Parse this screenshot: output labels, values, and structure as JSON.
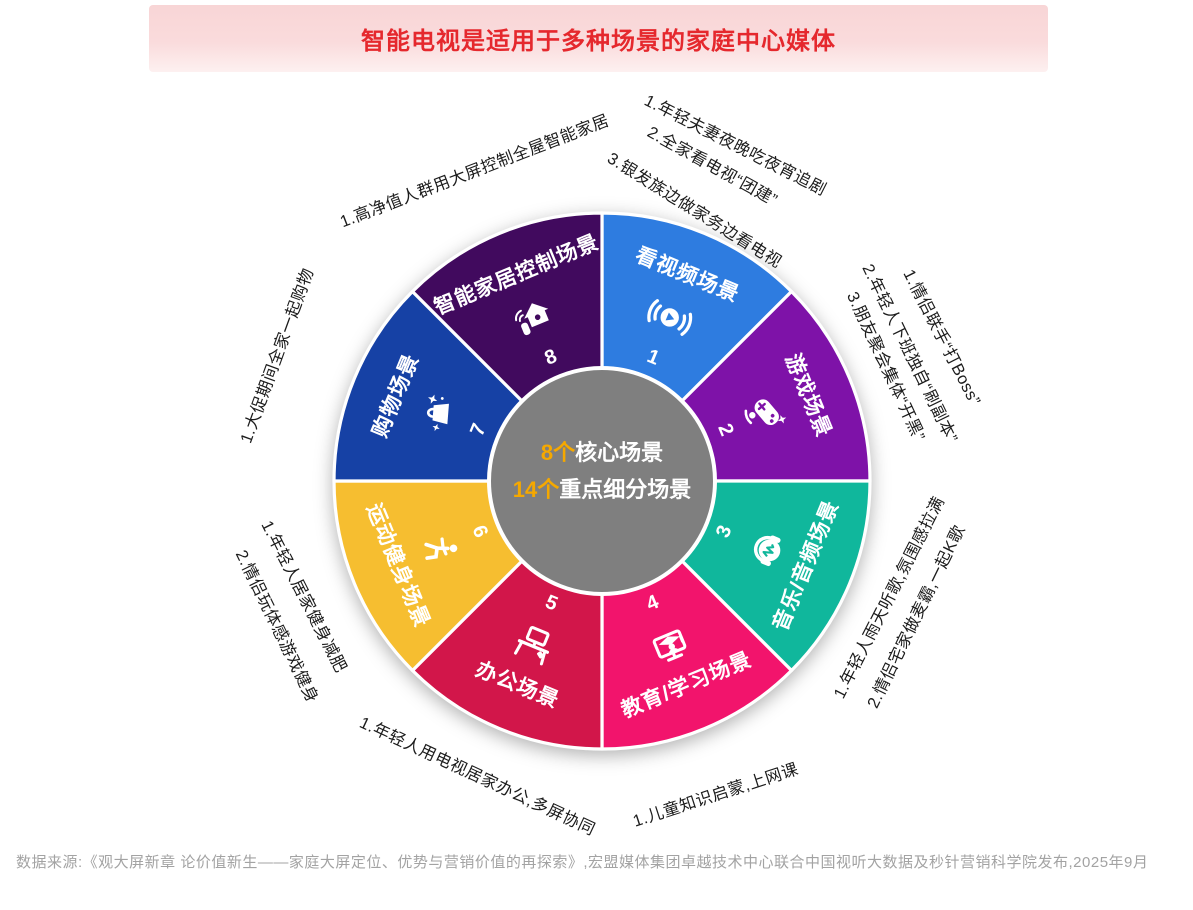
{
  "title_banner": {
    "text": "智能电视是适用于多种场景的家庭中心媒体",
    "text_color": "#e5282d",
    "bg_color": "#fadbdc"
  },
  "center": {
    "stat1": {
      "num": "8个",
      "label": "核心场景"
    },
    "stat2": {
      "num": "14个",
      "label": "重点细分场景"
    },
    "bg_color": "#7f7f7f",
    "num_color": "#f5a800",
    "text_color": "#ffffff"
  },
  "segments": [
    {
      "index": 1,
      "label": "看视频场景",
      "color": "#2e7ce0",
      "icon": "broadcast-play-icon",
      "notes": [
        "1.年轻夫妻夜晚吃夜宵追剧",
        "2.全家看电视“团建”",
        "3.银发族边做家务边看电视"
      ]
    },
    {
      "index": 2,
      "label": "游戏场景",
      "color": "#7e12a8",
      "icon": "gamepad-icon",
      "notes": [
        "1.情侣联手“打Boss”",
        "2.年轻人下班独自“刷副本”",
        "3.朋友聚会集体“开黑”"
      ]
    },
    {
      "index": 3,
      "label": "音乐/音频场景",
      "color": "#10b79c",
      "icon": "headphones-icon",
      "notes": [
        "1.年轻人雨天听歌,氛围感拉满",
        "2.情侣宅家做麦霸,一起K歌"
      ]
    },
    {
      "index": 4,
      "label": "教育/学习场景",
      "color": "#f2146c",
      "icon": "graduation-monitor-icon",
      "notes": [
        "1.儿童知识启蒙,上网课"
      ]
    },
    {
      "index": 5,
      "label": "办公场景",
      "color": "#d2164a",
      "icon": "desk-monitor-icon",
      "notes": [
        "1.年轻人用电视居家办公,多屏协同"
      ]
    },
    {
      "index": 6,
      "label": "运动健身场景",
      "color": "#f6be30",
      "icon": "runner-icon",
      "notes": [
        "1.年轻人居家健身减肥",
        "2.情侣玩体感游戏健身"
      ]
    },
    {
      "index": 7,
      "label": "购物场景",
      "color": "#1641a5",
      "icon": "shopping-bag-icon",
      "notes": [
        "1.大促期间全家一起购物"
      ]
    },
    {
      "index": 8,
      "label": "智能家居控制场景",
      "color": "#410a5e",
      "icon": "smart-home-icon",
      "notes": [
        "1.高净值人群用大屏控制全屋智能家居"
      ]
    }
  ],
  "footer": {
    "text": "数据来源:《观大屏新章 论价值新生——家庭大屏定位、优势与营销价值的再探索》,宏盟媒体集团卓越技术中心联合中国视听大数据及秒针营销科学院发布,2025年9月"
  }
}
